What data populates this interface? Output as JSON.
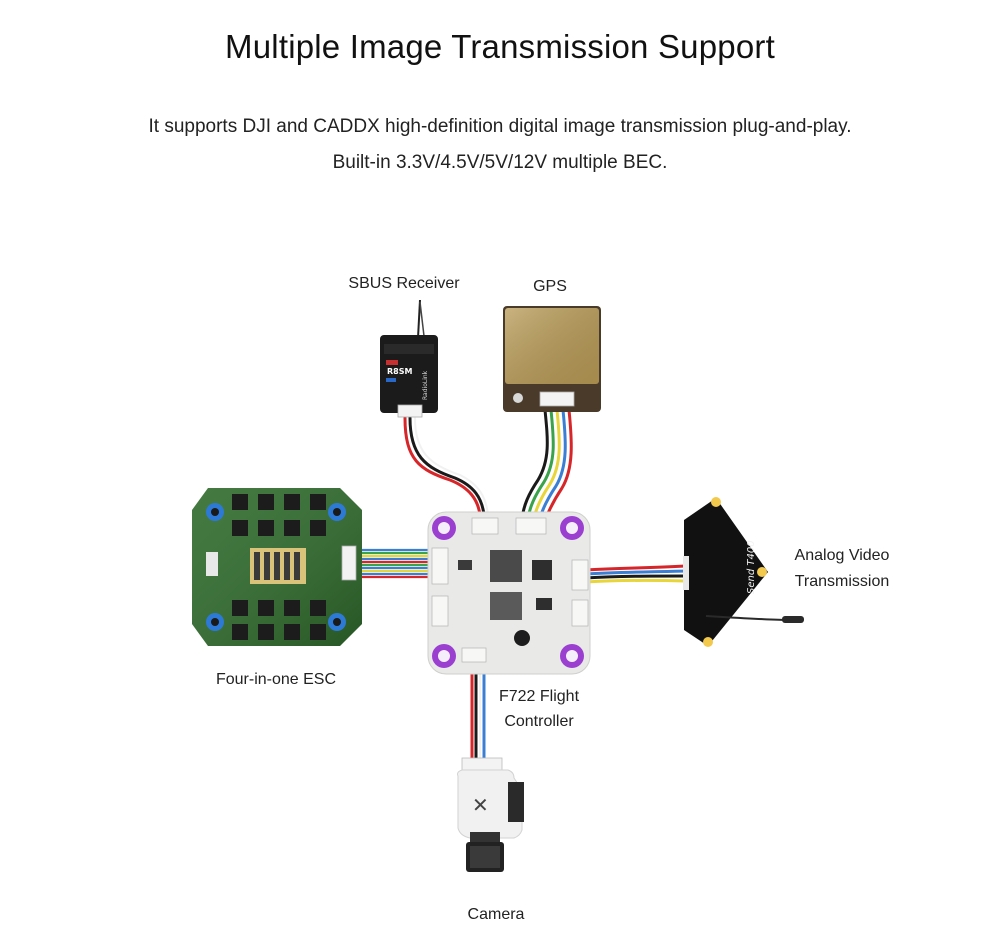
{
  "title": "Multiple Image Transmission Support",
  "subtitle_lines": [
    "It supports DJI and CADDX high-definition digital image transmission plug-and-play.",
    "Built-in 3.3V/4.5V/5V/12V multiple BEC."
  ],
  "labels": {
    "sbus_receiver": "SBUS Receiver",
    "gps": "GPS",
    "analog_video_line1": "Analog Video",
    "analog_video_line2": "Transmission",
    "esc": "Four-in-one ESC",
    "fc_line1": "F722 Flight",
    "fc_line2": "Controller",
    "camera": "Camera"
  },
  "device_markings": {
    "receiver_model": "R8SM",
    "receiver_brand": "RadioLink",
    "vtx_model": "Send T400"
  },
  "colors": {
    "fc_board": "#e9e9e7",
    "fc_mount": "#9b3fd0",
    "esc_board": "#2f6b2c",
    "esc_mount": "#2d7ad6",
    "gps_patch": "#b89a55",
    "wire_red": "#d7262a",
    "wire_black": "#1a1a1a",
    "wire_yellow": "#e7d53a",
    "wire_green": "#3aa24a",
    "wire_blue": "#3b7fd4",
    "wire_white": "#f1f1f1"
  }
}
